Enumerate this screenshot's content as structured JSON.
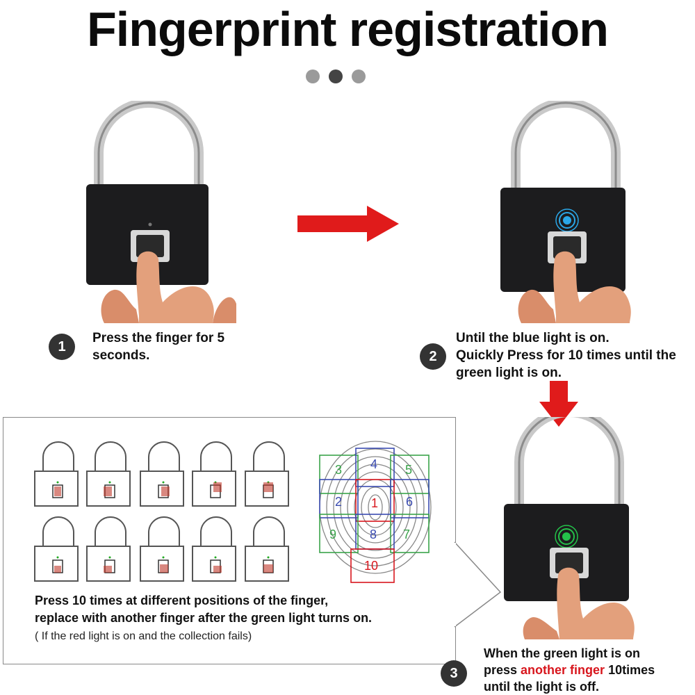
{
  "title": "Fingerprint registration",
  "carousel_dots": [
    {
      "color": "#9a9a9a",
      "active": false
    },
    {
      "color": "#444444",
      "active": true
    },
    {
      "color": "#9a9a9a",
      "active": false
    }
  ],
  "steps": [
    {
      "number": "1",
      "lines": [
        "Press the finger for 5",
        "seconds."
      ]
    },
    {
      "number": "2",
      "lines": [
        "Until the blue light is on.",
        "Quickly Press for 10 times until the",
        "green light is on."
      ]
    },
    {
      "number": "3",
      "line1": "When the green light is on",
      "line2_pre": "press ",
      "line2_highlight": "another finger",
      "line2_post": " 10times",
      "line3": "until the light is off."
    }
  ],
  "panel": {
    "instruction_lines": [
      "Press 10 times at different positions of the finger,",
      "replace with another finger after the green light turns on."
    ],
    "note": "( If the red light is on and the collection fails)",
    "zone_numbers": [
      "1",
      "2",
      "3",
      "4",
      "5",
      "6",
      "7",
      "8",
      "9",
      "10"
    ]
  },
  "colors": {
    "arrow_red": "#e01b1b",
    "lock_body": "#1c1c1e",
    "blue_light": "#2aa7e8",
    "green_light": "#24c24a",
    "highlight_red": "#d8161d",
    "badge": "#333333"
  },
  "icons": [
    "padlock-icon",
    "finger-icon",
    "arrow-right-icon",
    "arrow-down-icon",
    "fingerprint-icon"
  ]
}
